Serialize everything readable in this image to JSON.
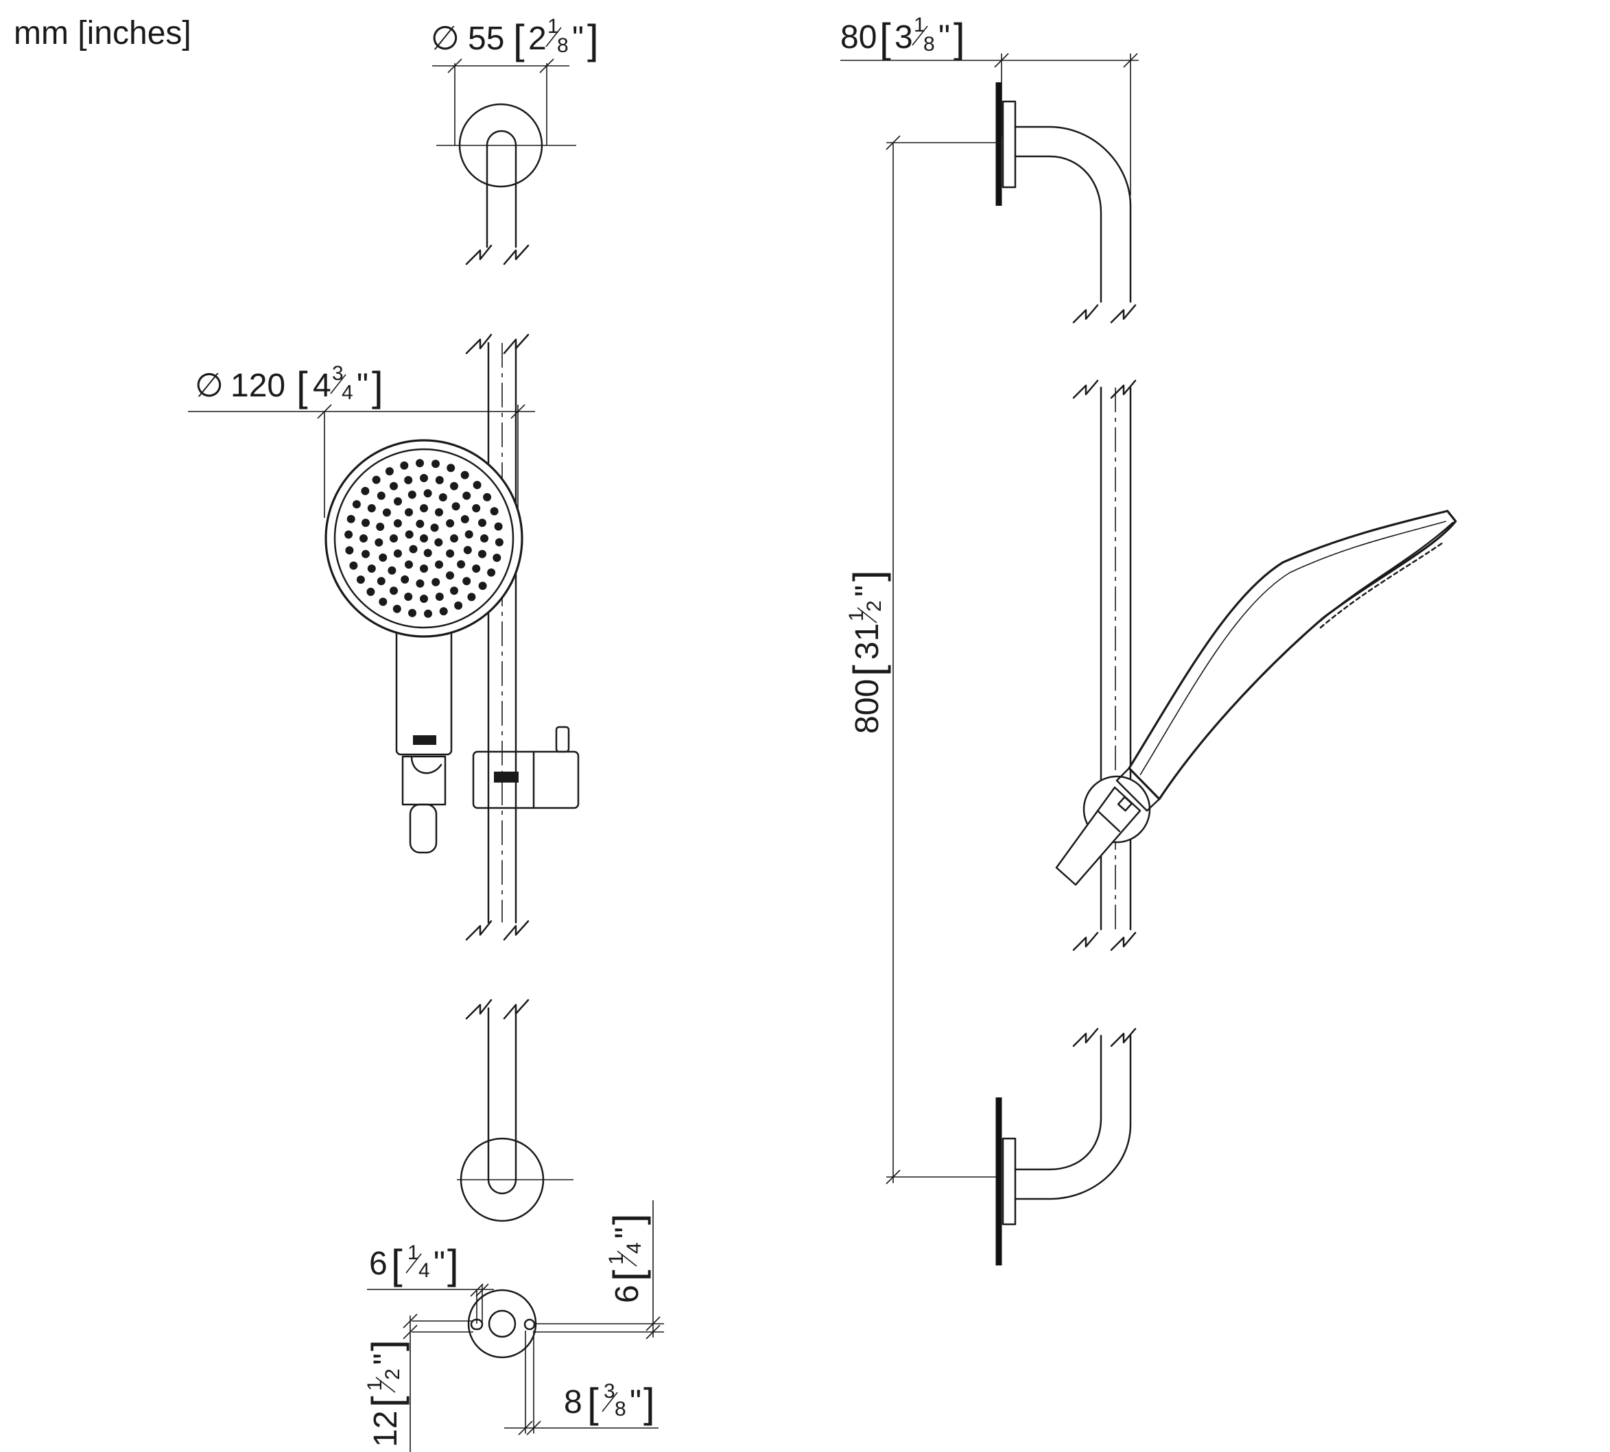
{
  "units_note": "mm [inches]",
  "views": {
    "front_view": {
      "wall_flange_diameter": {
        "mm": "55",
        "inch_whole": "2",
        "inch_frac_num": "1",
        "inch_frac_den": "8"
      },
      "shower_head_diameter": {
        "mm": "120",
        "inch_whole": "4",
        "inch_frac_num": "3",
        "inch_frac_den": "4"
      }
    },
    "side_view": {
      "projection": {
        "mm": "80",
        "inch_whole": "3",
        "inch_frac_num": "1",
        "inch_frac_den": "8"
      },
      "bar_length": {
        "mm": "800",
        "inch_whole": "31",
        "inch_frac_num": "1",
        "inch_frac_den": "2"
      }
    },
    "flange_detail": {
      "offset_left": {
        "mm": "6",
        "inch_frac_num": "1",
        "inch_frac_den": "4"
      },
      "offset_vertical": {
        "mm": "6",
        "inch_frac_num": "1",
        "inch_frac_den": "4"
      },
      "offset_down": {
        "mm": "12",
        "inch_frac_num": "1",
        "inch_frac_den": "2"
      },
      "offset_right": {
        "mm": "8",
        "inch_frac_num": "3",
        "inch_frac_den": "8"
      }
    }
  },
  "symbols": {
    "diameter": "∅",
    "bracket_open": "[",
    "bracket_close": "]",
    "inch_mark": "\""
  }
}
